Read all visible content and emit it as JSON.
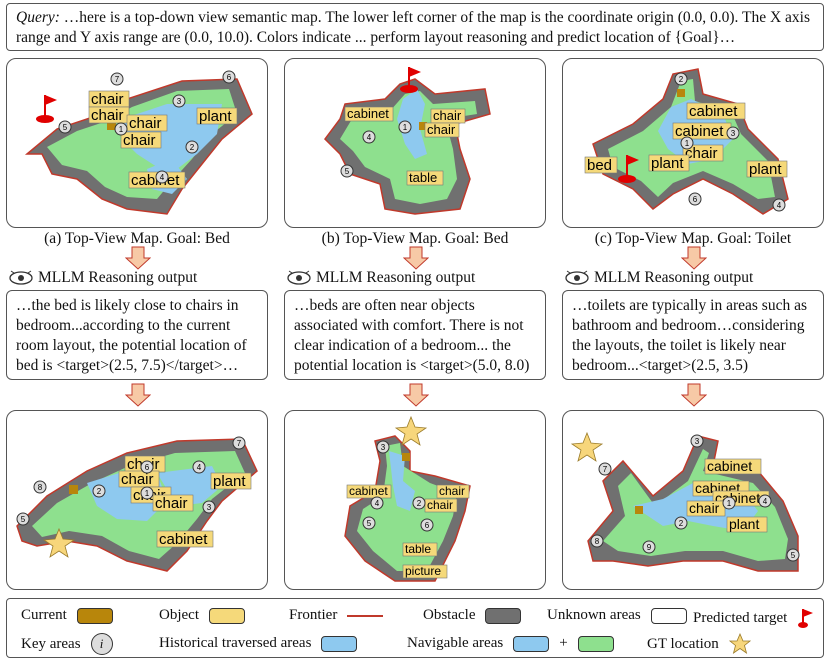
{
  "query": {
    "label": "Query:",
    "text": " …here is a top-down view semantic map. The lower left corner of the map is the coordinate origin (0.0, 0.0). The X axis range and Y axis range are (0.0, 10.0). Colors indicate ... perform layout reasoning and predict location of {Goal}…"
  },
  "captions": [
    "(a) Top-View Map. Goal: Bed",
    "(b) Top-View Map. Goal: Bed",
    "(c) Top-View Map. Goal: Toilet"
  ],
  "reasoning_header": "MLLM Reasoning output",
  "reasoning": [
    "…the bed is likely close to chairs in bedroom...according to the current room layout, the potential location of bed is <target>(2.5, 7.5)</target>…",
    "…beds are often near objects associated with comfort. There is not clear indication of a bedroom... the potential location is <target>(5.0, 8.0)</target>…",
    "…toilets are typically in areas such as bathroom and bedroom…considering the layouts, the toilet is likely near bedroom...<target>(2.5, 3.5)</target>…"
  ],
  "maps_top": [
    {
      "labels": [
        "chair",
        "chair",
        "chair",
        "chair",
        "plant",
        "cabinet"
      ],
      "keys": [
        "7",
        "6",
        "3",
        "5",
        "1",
        "2",
        "4"
      ]
    },
    {
      "labels": [
        "cabinet",
        "chair",
        "chair",
        "table"
      ],
      "keys": [
        "4",
        "5",
        "1"
      ]
    },
    {
      "labels": [
        "cabinet",
        "cabinet",
        "chair",
        "bed",
        "plant",
        "plant"
      ],
      "keys": [
        "2",
        "3",
        "1",
        "6",
        "4"
      ]
    }
  ],
  "maps_bottom": [
    {
      "labels": [
        "chair",
        "chair",
        "chair",
        "chair",
        "plant",
        "cabinet"
      ],
      "keys": [
        "7",
        "8",
        "2",
        "6",
        "4",
        "1",
        "3",
        "5"
      ]
    },
    {
      "labels": [
        "cabinet",
        "chair",
        "chair",
        "table",
        "picture"
      ],
      "keys": [
        "3",
        "4",
        "5",
        "2",
        "6"
      ]
    },
    {
      "labels": [
        "cabinet",
        "cabinet",
        "cabinet",
        "chair",
        "plant"
      ],
      "keys": [
        "7",
        "3",
        "4",
        "1",
        "2",
        "9",
        "8",
        "5"
      ]
    }
  ],
  "legend": {
    "current": "Current",
    "object": "Object",
    "frontier": "Frontier",
    "obstacle": "Obstacle",
    "unknown": "Unknown areas",
    "predicted": "Predicted target",
    "key": "Key areas",
    "key_symbol": "i",
    "historical": "Historical traversed areas",
    "navigable": "Navigable areas",
    "plus": "+",
    "gt": "GT location"
  },
  "colors": {
    "current": "#b8860b",
    "object": "#f5d97a",
    "frontier": "#c0392b",
    "obstacle": "#707070",
    "navigable_blue": "#8ec9ef",
    "navigable_green": "#8ee08e",
    "target_red": "#e00000",
    "gt_star": "#f7d67b"
  }
}
